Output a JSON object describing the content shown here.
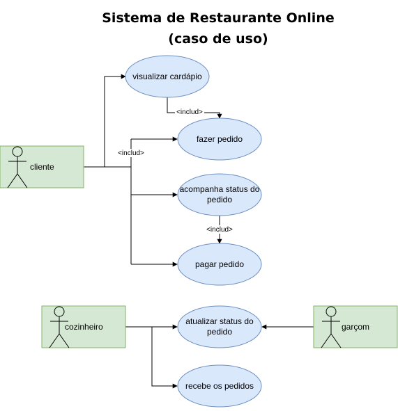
{
  "title": {
    "line1": "Sistema de Restaurante Online",
    "line2": "(caso de uso)"
  },
  "actors": {
    "cliente": "cliente",
    "cozinheiro": "cozinheiro",
    "garcom": "garçom"
  },
  "use_cases": {
    "visualizar": "visualizar cardápio",
    "fazer": "fazer pedido",
    "acompanha_l1": "acompanha status do",
    "acompanha_l2": "pedido",
    "pagar": "pagar pedido",
    "atualizar_l1": "atualizar status do",
    "atualizar_l2": "pedido",
    "recebe": "recebe os pedidos"
  },
  "relations": {
    "include1": "<includ>",
    "include2": "<includ>",
    "include3": "<includ>"
  }
}
